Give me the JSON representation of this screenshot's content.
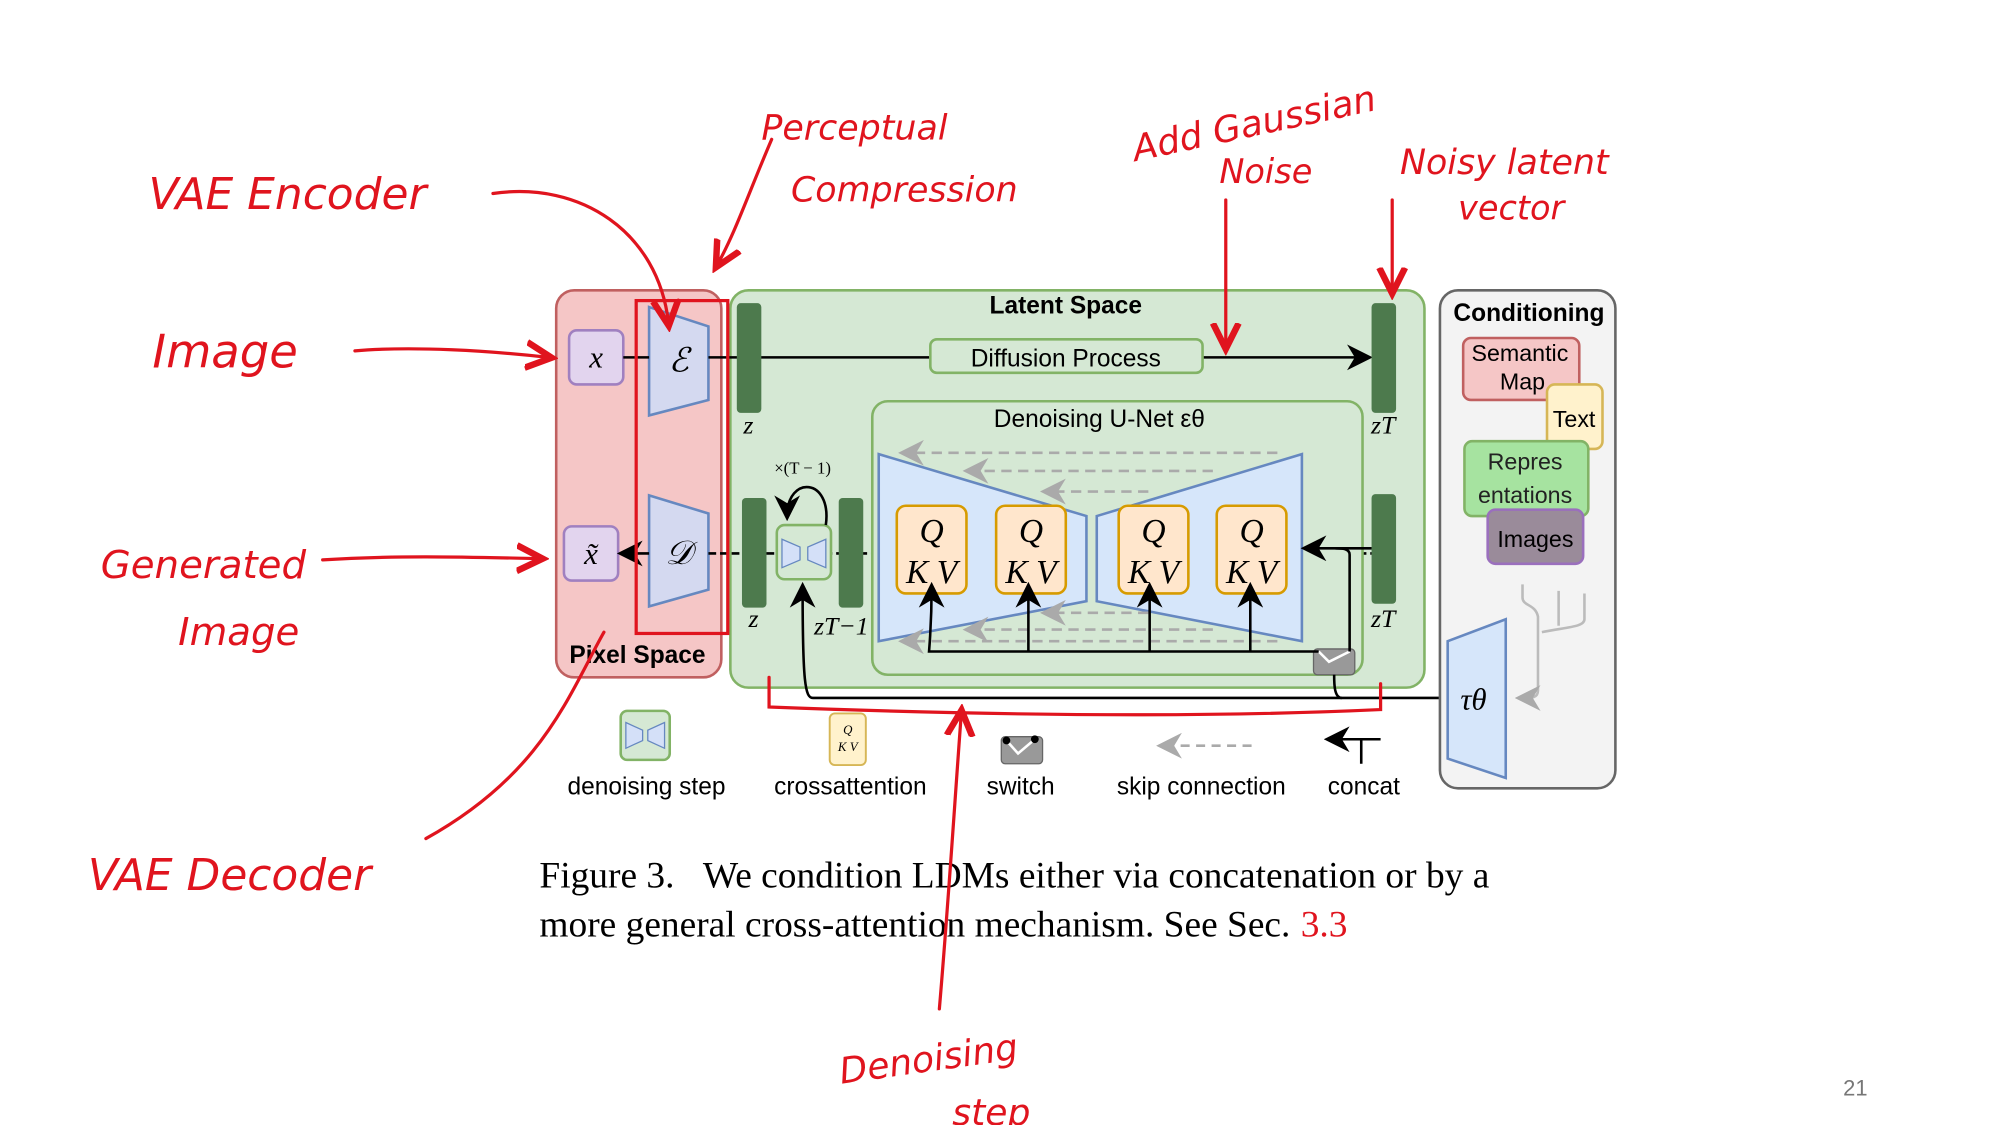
{
  "slide": {
    "page_number": "21"
  },
  "diagram": {
    "pixel_space": {
      "label": "Pixel Space",
      "input": "x",
      "output": "x̃",
      "encoder": "ℰ",
      "decoder": "𝒟"
    },
    "latent_space": {
      "label": "Latent Space",
      "diffusion_process": "Diffusion Process",
      "z_top": "z",
      "z_bottom": "z",
      "zT_top": "zT",
      "zT_bottom": "zT",
      "zT_minus_1": "zT−1",
      "repeat_label": "×(T − 1)",
      "unet": {
        "label": "Denoising U-Net εθ",
        "attention_blocks": [
          {
            "q": "Q",
            "kv": "K V"
          },
          {
            "q": "Q",
            "kv": "K V"
          },
          {
            "q": "Q",
            "kv": "K V"
          },
          {
            "q": "Q",
            "kv": "K V"
          }
        ]
      }
    },
    "conditioning": {
      "label": "Conditioning",
      "items": [
        "Semantic Map",
        "Text",
        "Representations",
        "Images"
      ],
      "encoder": "τθ"
    },
    "legend": [
      {
        "icon": "denoising-step-icon",
        "label": "denoising step"
      },
      {
        "icon": "crossattention-icon",
        "label": "crossattention"
      },
      {
        "icon": "switch-icon",
        "label": "switch"
      },
      {
        "icon": "skip-connection-icon",
        "label": "skip connection"
      },
      {
        "icon": "concat-icon",
        "label": "concat"
      }
    ],
    "caption": {
      "prefix": "Figure 3.",
      "line1": "We condition LDMs either via concatenation or by a",
      "line2": "more general cross-attention mechanism. See Sec.",
      "ref": "3.3"
    }
  },
  "annotations": {
    "vae_encoder": "VAE Encoder",
    "perceptual_compression": [
      "Perceptual",
      "Compression"
    ],
    "add_gaussian_noise": [
      "Add Gaussian",
      "Noise"
    ],
    "noisy_latent_vector": [
      "Noisy latent",
      "vector"
    ],
    "image": "Image",
    "generated_image": [
      "Generated",
      "Image"
    ],
    "vae_decoder": "VAE Decoder",
    "denoising_step": [
      "Denoising",
      "step"
    ]
  },
  "colors": {
    "annotation": "#e0141e",
    "caption_ref": "#e0141e"
  }
}
